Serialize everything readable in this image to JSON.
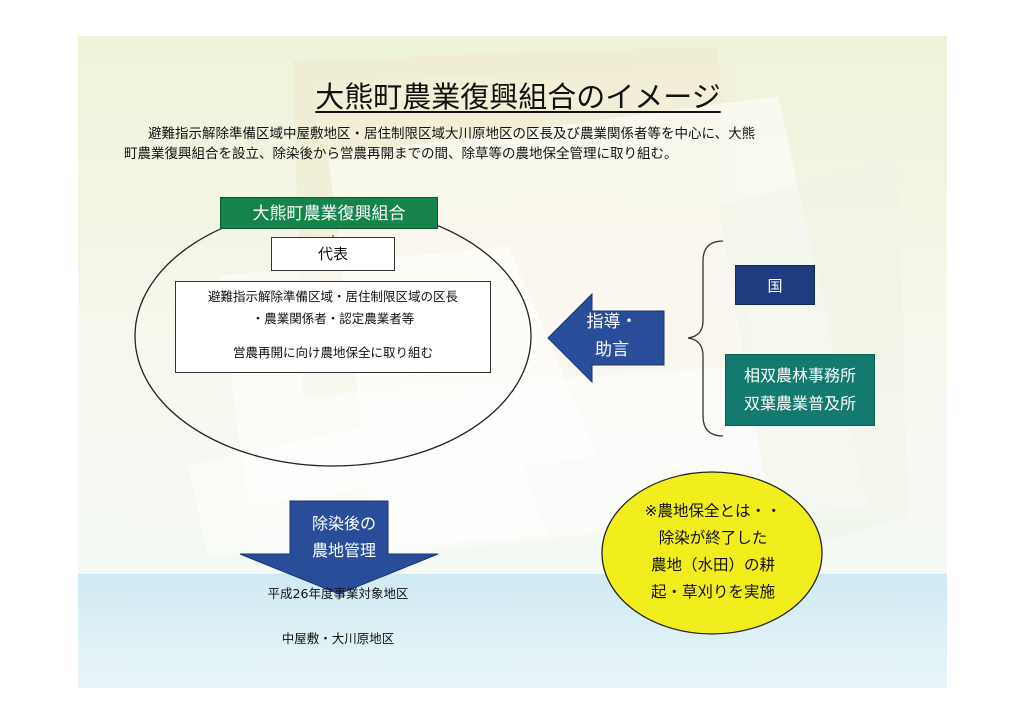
{
  "title": "大熊町農業復興組合のイメージ",
  "intro": {
    "line1": "避難指示解除準備区域中屋敷地区・居住制限区域大川原地区の区長及び農業関係者等を中心に、大熊",
    "line2": "町農業復興組合を設立、除染後から営農再開までの間、除草等の農地保全管理に取り組む。"
  },
  "organization": {
    "label": "大熊町農業復興組合",
    "representative": "代表",
    "members_line1": "避難指示解除準備区域・居住制限区域の区長",
    "members_line2": "・農業関係者・認定農業者等",
    "members_line3": "営農再開に向け農地保全に取り組む"
  },
  "guidance": {
    "line1": "指導・",
    "line2": "助言"
  },
  "supporters": {
    "country": "国",
    "office_line1": "相双農林事務所",
    "office_line2": "双葉農業普及所"
  },
  "post_decontamination": {
    "line1": "除染後の",
    "line2": "農地管理"
  },
  "target": {
    "area": "平成26年度事業対象地区",
    "name": "中屋敷・大川原地区"
  },
  "note": {
    "line1": "※農地保全とは・・",
    "line2": "除染が終了した",
    "line3": "農地（水田）の耕",
    "line4": "起・草刈りを実施"
  },
  "colors": {
    "org_green": "#16834a",
    "navy": "#1f3c80",
    "teal": "#147a70",
    "arrow_blue": "#2a4d9a",
    "note_yellow": "#f2ee1e"
  }
}
